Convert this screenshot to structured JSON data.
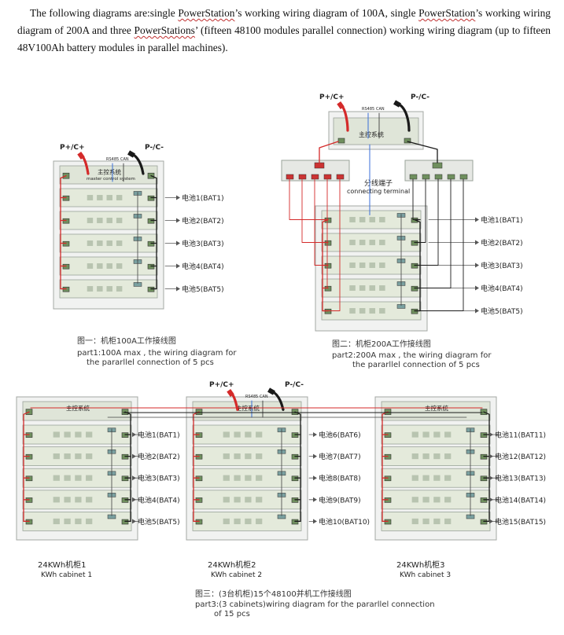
{
  "intro": {
    "s1": "The following diagrams are:single ",
    "ps1": "PowerStation",
    "s2": "’s working wiring diagram of 100A, single ",
    "ps2": "PowerStation",
    "s3": "’s working wiring diagram of 200A and three ",
    "ps3": "PowerStations",
    "s4": "’ (fifteen 48100 modules parallel connection) working wiring diagram (up to fifteen 48V100Ah battery modules in parallel machines)."
  },
  "diagram1": {
    "pos": "P+/C+",
    "neg": "P-/C-",
    "rs485": "RS485",
    "can": "CAN",
    "ctrl_cn": "主控系统",
    "ctrl_en": "master control system",
    "batteries": [
      "电池1(BAT1)",
      "电池2(BAT2)",
      "电池3(BAT3)",
      "电池4(BAT4)",
      "电池5(BAT5)"
    ],
    "caption_cn": "图一：机柜100A工作接线图",
    "caption_en1": "part1:100A max , the wiring diagram for",
    "caption_en2": "the pararllel connection of 5 pcs"
  },
  "diagram2": {
    "pos": "P+/C+",
    "neg": "P-/C-",
    "rs485": "RS485",
    "can": "CAN",
    "ctrl_cn": "主控系统",
    "term_cn": "分线端子",
    "term_en": "connecting terminal",
    "batteries": [
      "电池1(BAT1)",
      "电池2(BAT2)",
      "电池3(BAT3)",
      "电池4(BAT4)",
      "电池5(BAT5)"
    ],
    "caption_cn": "图二：机柜200A工作接线图",
    "caption_en1": "part2:200A max , the wiring diagram for",
    "caption_en2": "the pararllel connection of 5 pcs"
  },
  "diagram3": {
    "pos": "P+/C+",
    "neg": "P-/C-",
    "rs485": "RS485",
    "can": "CAN",
    "cabinets": [
      {
        "cn": "24KWh机柜1",
        "en": "KWh cabinet 1",
        "batteries": [
          "电池1(BAT1)",
          "电池2(BAT2)",
          "电池3(BAT3)",
          "电池4(BAT4)",
          "电池5(BAT5)"
        ]
      },
      {
        "cn": "24KWh机柜2",
        "en": "KWh cabinet 2",
        "batteries": [
          "电池6(BAT6)",
          "电池7(BAT7)",
          "电池8(BAT8)",
          "电池9(BAT9)",
          "电池10(BAT10)"
        ]
      },
      {
        "cn": "24KWh机柜3",
        "en": "KWh cabinet 3",
        "batteries": [
          "电池11(BAT11)",
          "电池12(BAT12)",
          "电池13(BAT13)",
          "电池14(BAT14)",
          "电池15(BAT15)"
        ]
      }
    ],
    "caption_cn": "图三：(3台机柜)15个48100并机工作接线图",
    "caption_en1": "part3:(3 cabinets)wiring diagram for the pararllel connection",
    "caption_en2": "of 15 pcs"
  },
  "colors": {
    "pos_wire": "#d42a2a",
    "neg_wire": "#1a1a1a",
    "comm_wire": "#3a6fd8",
    "module": "#e4eadb",
    "cabinet": "#f1f2f1"
  }
}
